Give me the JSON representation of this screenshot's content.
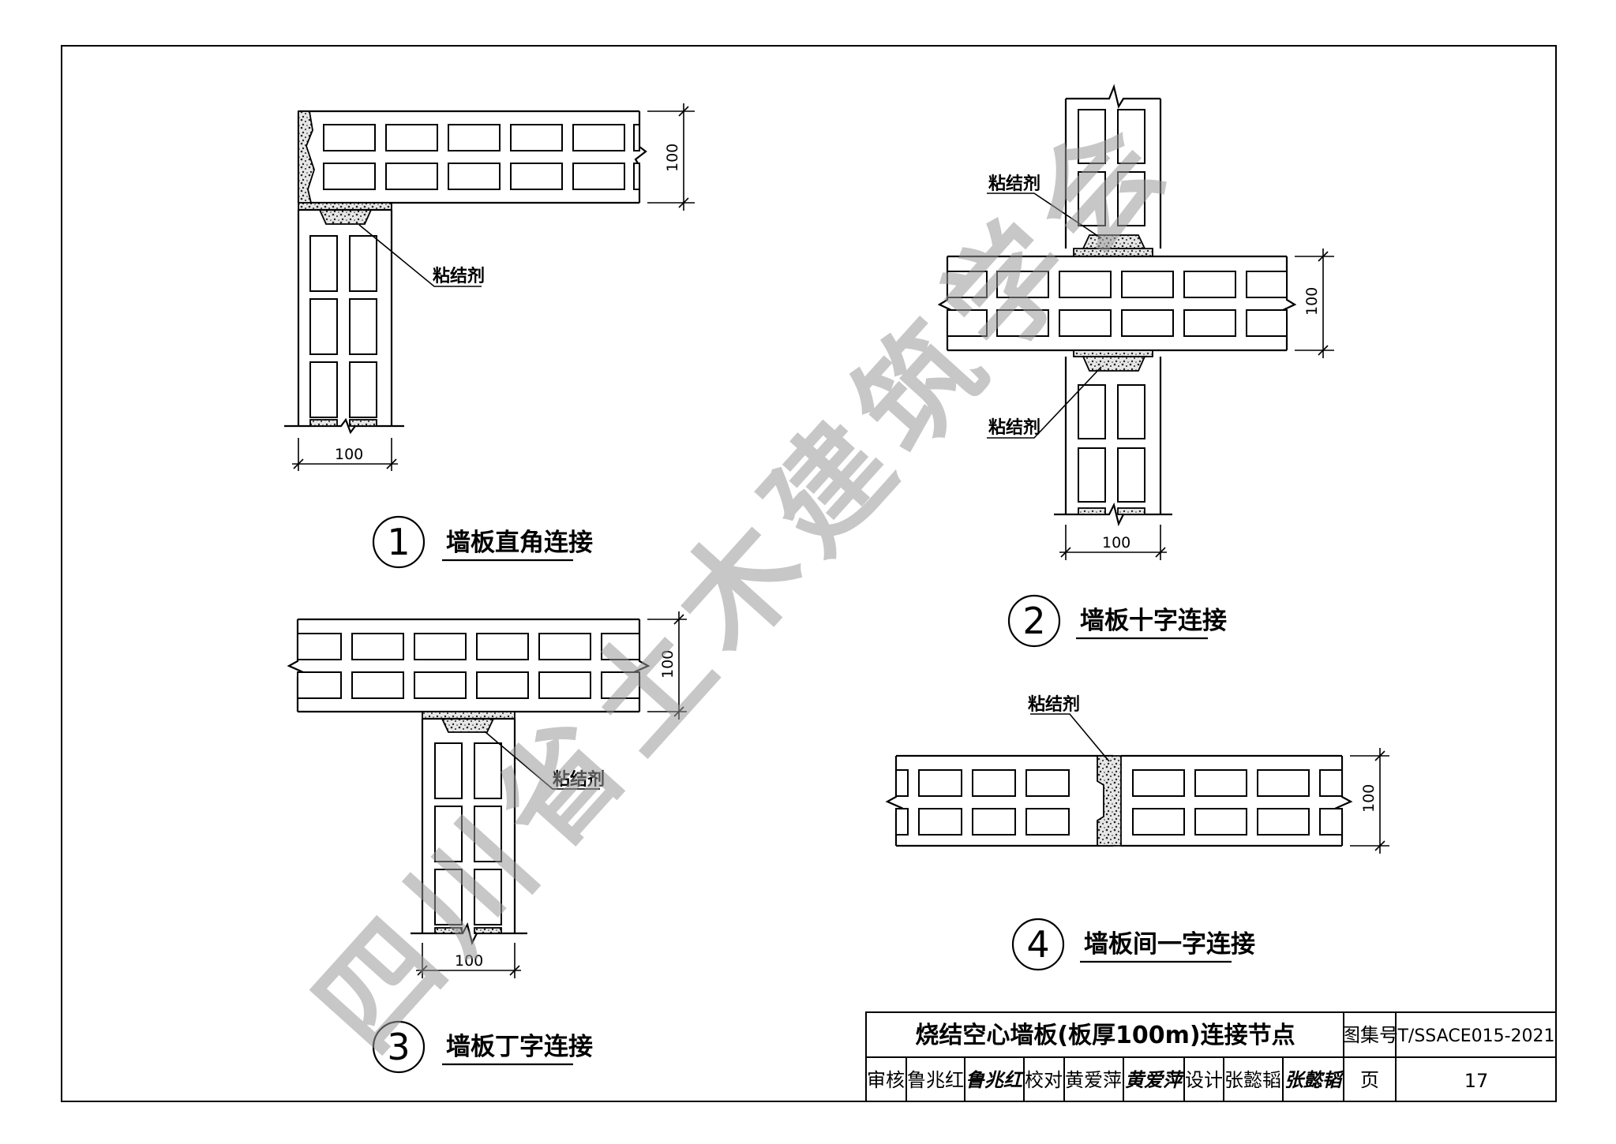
{
  "adhesive_label": "粘结剂",
  "dimension_100": "100",
  "details": [
    {
      "number": "1",
      "caption": "墙板直角连接"
    },
    {
      "number": "2",
      "caption": "墙板十字连接"
    },
    {
      "number": "3",
      "caption": "墙板丁字连接"
    },
    {
      "number": "4",
      "caption": "墙板间一字连接"
    }
  ],
  "title_block": {
    "title": "烧结空心墙板(板厚100m)连接节点",
    "atlas_no_label": "图集号",
    "atlas_no": "T/SSACE015-2021",
    "review_label": "审核",
    "reviewer": "鲁兆红",
    "reviewer_signature": "鲁兆红",
    "check_label": "校对",
    "checker": "黄爱萍",
    "checker_signature": "黄爱萍",
    "design_label": "设计",
    "designer": "张懿韬",
    "designer_signature": "张懿韬",
    "page_label": "页",
    "page_no": "17"
  },
  "watermark": "四川省土木建筑学会"
}
